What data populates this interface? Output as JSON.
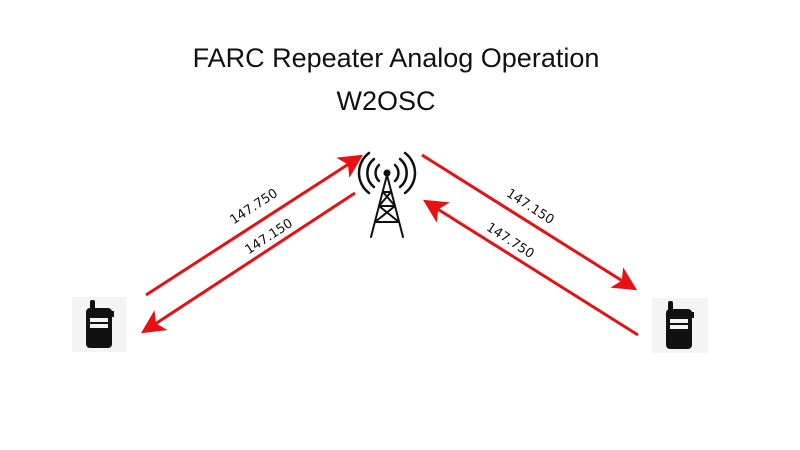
{
  "title": "FARC Repeater Analog Operation",
  "callsign": "W2OSC",
  "links": {
    "left_uplink": "147.750",
    "left_downlink": "147.150",
    "right_downlink": "147.150",
    "right_uplink": "147.750"
  },
  "colors": {
    "arrow": "#e81010",
    "icon": "#111111",
    "icon_bg": "#f4f4f4"
  },
  "icons": {
    "tower": "radio-tower-icon",
    "radio": "handheld-radio-icon"
  }
}
